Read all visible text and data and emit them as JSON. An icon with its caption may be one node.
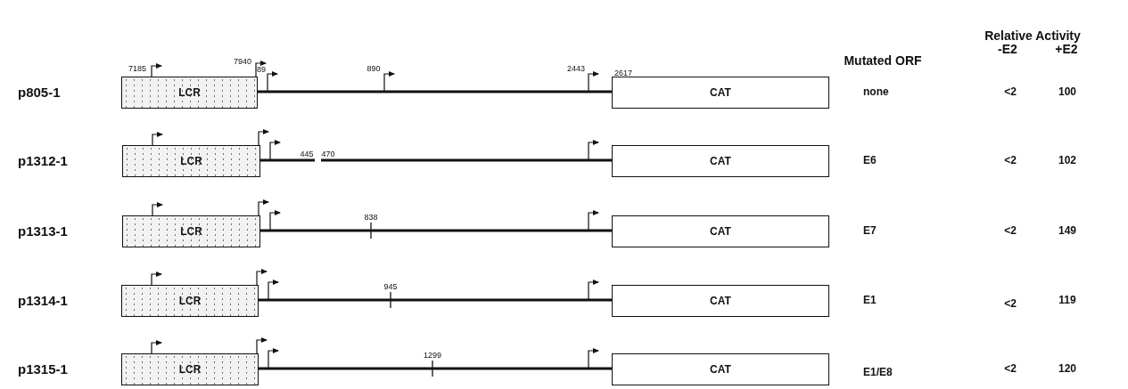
{
  "diagram": {
    "nodes": [
      {
        "text": [
          "LCR"
        ]
      },
      {
        "text": [
          "CAT"
        ]
      },
      {
        "text": [
          "LCR"
        ]
      },
      {
        "text": [
          "CAT"
        ]
      },
      {
        "text": [
          "LCR"
        ]
      },
      {
        "text": [
          "CAT"
        ]
      },
      {
        "text": [
          "LCR"
        ]
      },
      {
        "text": [
          "CAT"
        ]
      },
      {
        "text": [
          "LCR"
        ]
      },
      {
        "text": [
          "CAT"
        ]
      }
    ],
    "edges": [
      {
        "from": 0,
        "to": 1,
        "arrow": "none"
      },
      {
        "from": 2,
        "to": 3,
        "arrow": "none"
      },
      {
        "from": 4,
        "to": 5,
        "arrow": "none"
      },
      {
        "from": 6,
        "to": 7,
        "arrow": "none"
      },
      {
        "from": 8,
        "to": 9,
        "arrow": "none"
      }
    ],
    "labels": [
      "Relative Activity",
      "Mutated ORF",
      "-E2",
      "+E2",
      "7185",
      "7940",
      "89",
      "890",
      "2443",
      "2617",
      "p805-1",
      "none",
      "<2",
      "100",
      "p1312-1",
      "445",
      "470",
      "E6",
      "<2",
      "102",
      "838",
      "p1313-1",
      "E7",
      "<2",
      "149",
      "945",
      "p1314-1",
      "E1",
      "<2",
      "119",
      "1299",
      "p1315-1",
      "E1/E8",
      "<2",
      "120"
    ]
  }
}
